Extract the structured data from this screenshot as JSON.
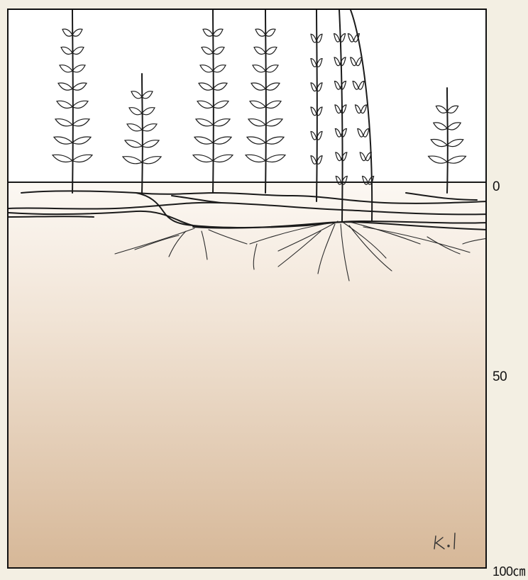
{
  "depth_scale": {
    "ticks": [
      {
        "value": 0,
        "label": "0"
      },
      {
        "value": 50,
        "label": "50"
      },
      {
        "value": 100,
        "label": "100㎝"
      }
    ],
    "unit": "cm"
  },
  "colors": {
    "page": "#f3efe3",
    "soil_top": "#fbf6f0",
    "soil_bottom": "#d6b797",
    "ink": "#1a1a1a"
  },
  "illustration": {
    "signature_mark": "K.I",
    "shoot_count": 9,
    "icons": [
      "plant-shoot-icon",
      "rhizome-icon",
      "root-system-icon",
      "signature-icon"
    ]
  }
}
